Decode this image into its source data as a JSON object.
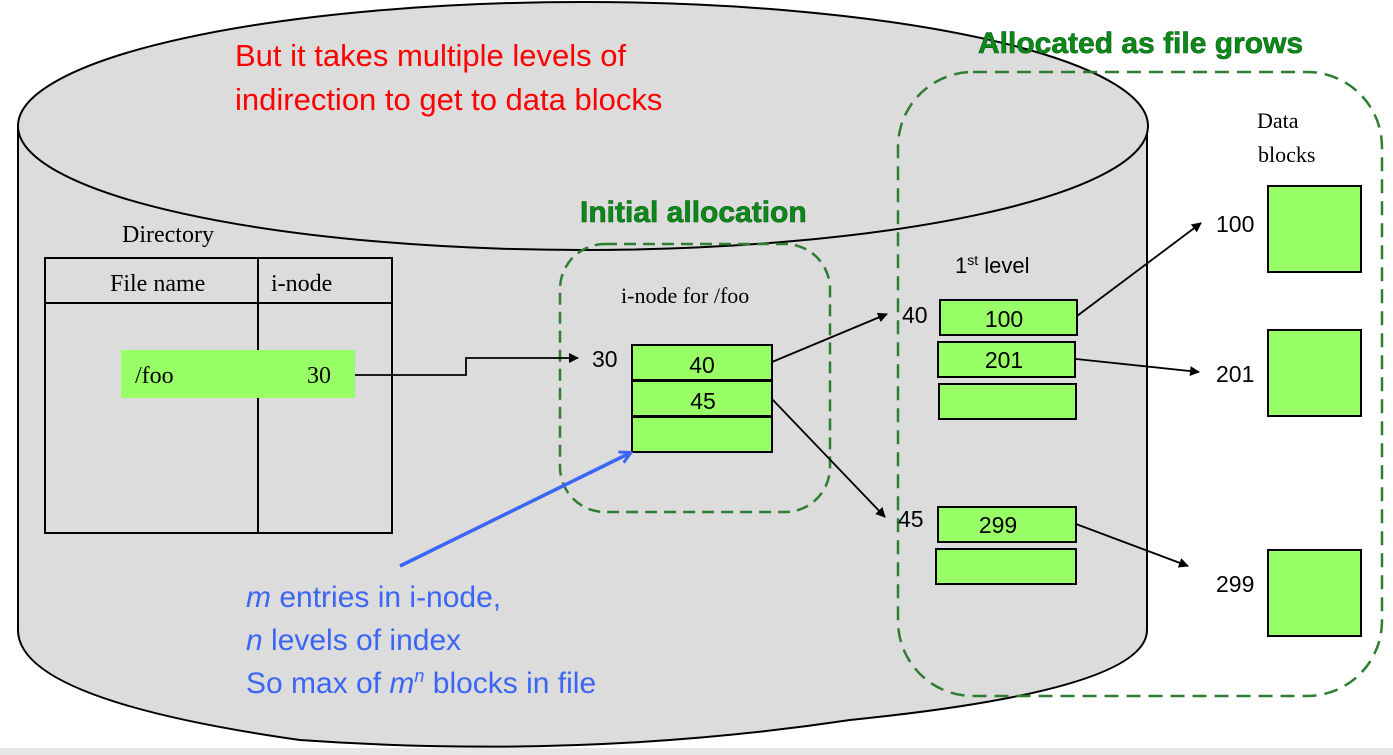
{
  "title": {
    "line1": "But it takes multiple levels of",
    "line2": "indirection to get to data blocks",
    "color": "#ff0000"
  },
  "labels": {
    "allocated_as_file_grows": "Allocated as file grows",
    "initial_allocation": "Initial allocation",
    "green_text_color": "#0b8a1a",
    "directory": "Directory",
    "inode_for": "i-node for /foo",
    "first_level_num": "1",
    "first_level_sup": "st",
    "first_level_rest": " level",
    "data_blocks_line1": "Data",
    "data_blocks_line2": "blocks"
  },
  "directory": {
    "columns": [
      "File name",
      "i-node"
    ],
    "rows": [
      {
        "file_name": "/foo",
        "inode": "30"
      }
    ]
  },
  "inode": {
    "number": "30",
    "entries": [
      "40",
      "45",
      ""
    ]
  },
  "first_level": [
    {
      "block": "40",
      "entries": [
        "100",
        "201",
        ""
      ]
    },
    {
      "block": "45",
      "entries": [
        "299",
        ""
      ]
    }
  ],
  "data_blocks": [
    {
      "label": "100"
    },
    {
      "label": "201"
    },
    {
      "label": "299"
    }
  ],
  "note": {
    "line1_var": "m",
    "line1_rest": " entries in i-node,",
    "line2_var": "n",
    "line2_rest": " levels of index",
    "line3_pre": "So max of ",
    "line3_base": "m",
    "line3_exp": "n",
    "line3_post": " blocks in file",
    "color": "#3b66f5"
  },
  "colors": {
    "disk_fill": "#dcdcdc",
    "block_fill": "#99ff66",
    "dash_green": "#2e7d32"
  }
}
